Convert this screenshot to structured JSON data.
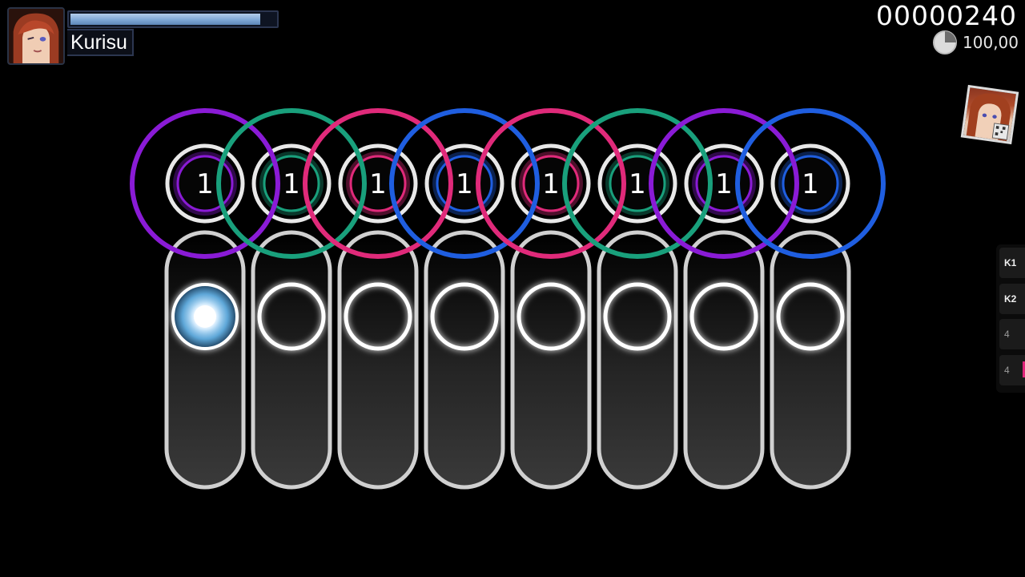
{
  "player": {
    "name": "Kurisu",
    "health_fraction": 0.92
  },
  "score": {
    "value": "00000240",
    "accuracy": "100,00"
  },
  "key_overlay": [
    {
      "label": "K1",
      "active": true,
      "pressed": false
    },
    {
      "label": "K2",
      "active": true,
      "pressed": false
    },
    {
      "label": "4",
      "active": false,
      "pressed": false
    },
    {
      "label": "4",
      "active": false,
      "pressed": true
    }
  ],
  "lanes": [
    {
      "number": "1",
      "color": "#8a1bd6",
      "hit_active": true
    },
    {
      "number": "1",
      "color": "#19a07c",
      "hit_active": false
    },
    {
      "number": "1",
      "color": "#e02a7a",
      "hit_active": false
    },
    {
      "number": "1",
      "color": "#1f5ee0",
      "hit_active": false
    },
    {
      "number": "1",
      "color": "#e02a7a",
      "hit_active": false
    },
    {
      "number": "1",
      "color": "#19a07c",
      "hit_active": false
    },
    {
      "number": "1",
      "color": "#8a1bd6",
      "hit_active": false
    },
    {
      "number": "1",
      "color": "#1f5ee0",
      "hit_active": false
    }
  ],
  "icons": {
    "accuracy": "pie-progress-icon",
    "avatar": "player-avatar",
    "mini_portrait": "spectator-avatar"
  }
}
